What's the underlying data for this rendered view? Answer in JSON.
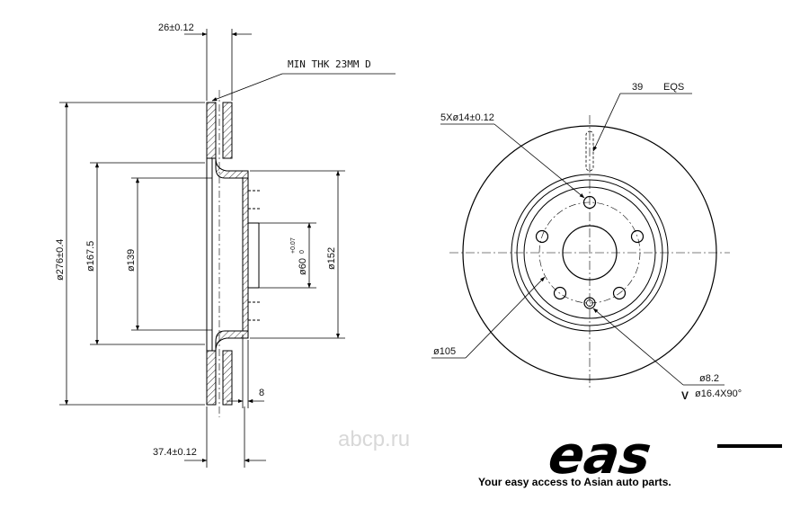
{
  "side_view": {
    "dims": {
      "thickness_top": "26±0.12",
      "overall_height": "37.4±0.12",
      "outer_diameter": "ø276±0.4",
      "diameter_1675": "ø167.5",
      "diameter_139": "ø139",
      "hub_bore": "ø60",
      "hub_bore_tol_upper": "+0.07",
      "hub_bore_tol_lower": "0",
      "diameter_152": "ø152",
      "flange": "8"
    },
    "min_thickness_note": "MIN THK 23MM D"
  },
  "front_view": {
    "dims": {
      "bolt_holes": "5Xø14±0.12",
      "slots": "39",
      "slots_note": "EQS",
      "pcd": "ø105",
      "pilot_hole": "ø8.2",
      "countersink_mark": "V",
      "countersink": "ø16.4X90°"
    }
  },
  "watermark": "abcp.ru",
  "brand": {
    "logo": "eas",
    "tagline": "Your easy access to Asian auto parts."
  }
}
